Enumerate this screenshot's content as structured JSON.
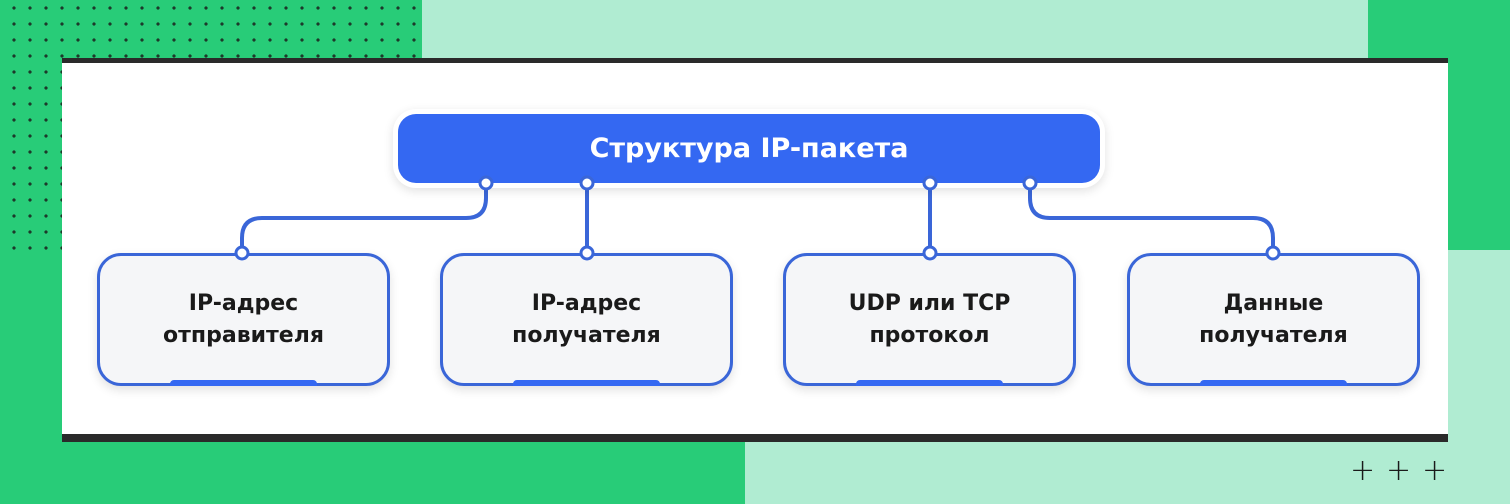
{
  "title": "Структура IP-пакета",
  "nodes": [
    {
      "line1": "IP-адрес",
      "line2": "отправителя"
    },
    {
      "line1": "IP-адрес",
      "line2": "получателя"
    },
    {
      "line1": "UDP или TCP",
      "line2": "протокол"
    },
    {
      "line1": "Данные",
      "line2": "получателя"
    }
  ],
  "decor": {
    "plus": "+"
  },
  "colors": {
    "accent": "#3468f2",
    "green": "#28cc78",
    "light_green": "#b0ecd2"
  }
}
